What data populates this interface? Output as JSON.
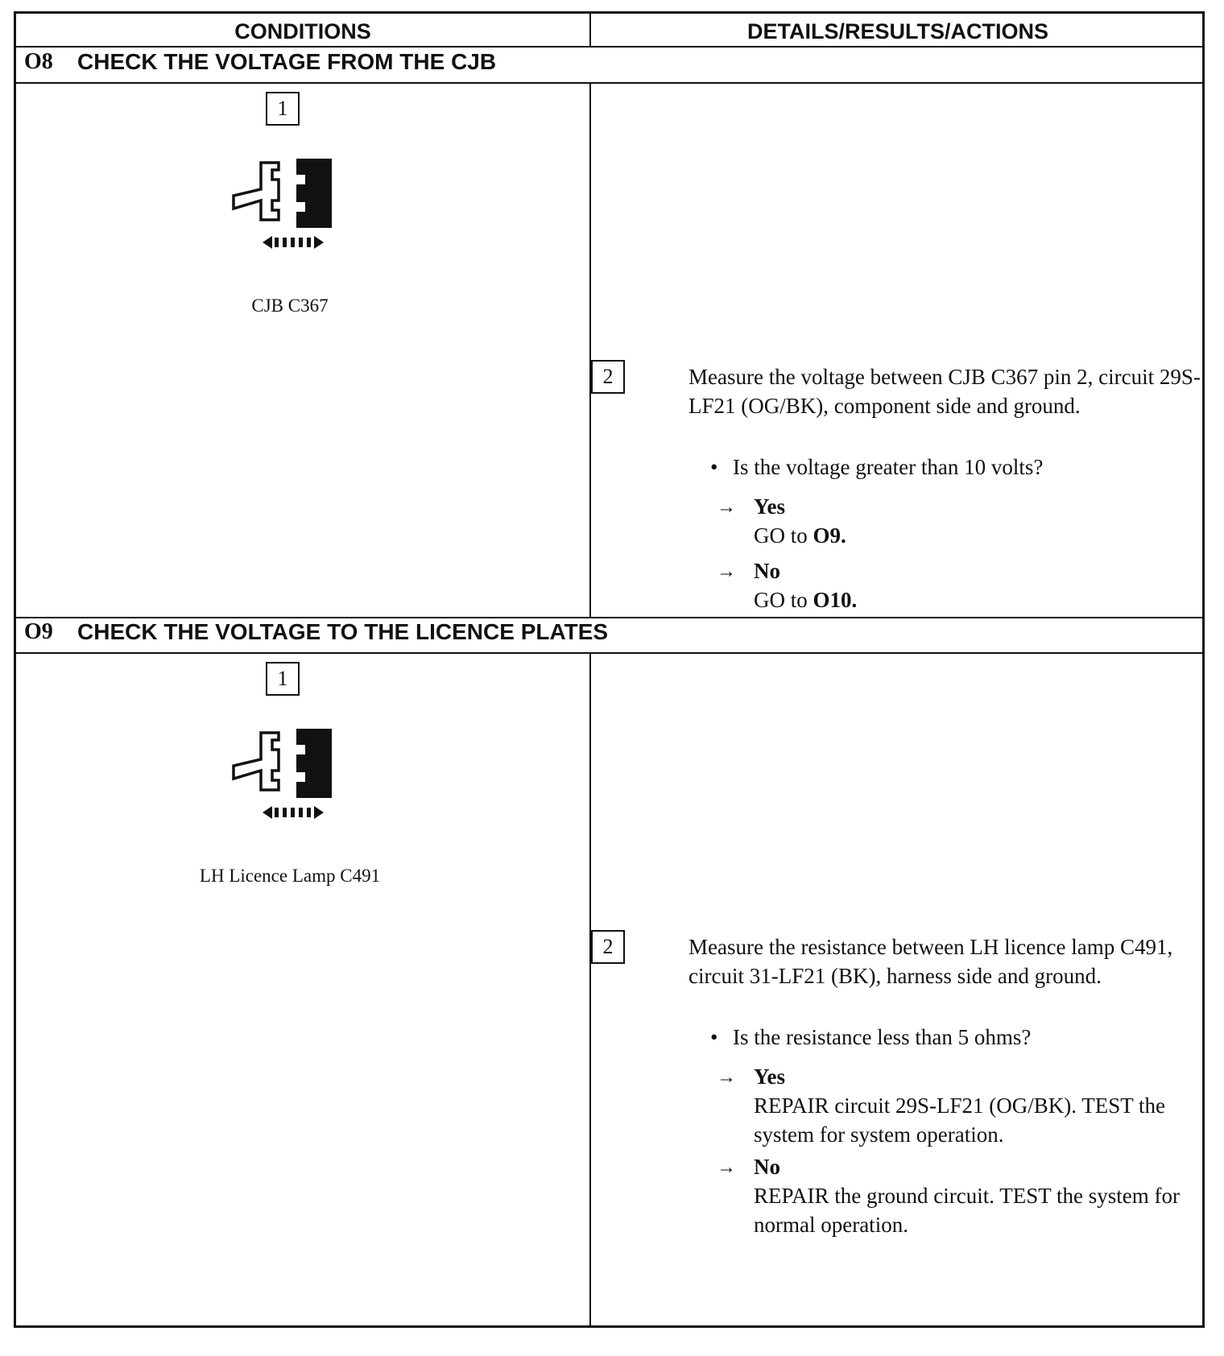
{
  "table": {
    "col_conditions": "CONDITIONS",
    "col_details": "DETAILS/RESULTS/ACTIONS"
  },
  "sections": [
    {
      "id": "O8",
      "title": "CHECK THE VOLTAGE FROM THE CJB",
      "step1_num": "1",
      "connector_icon": "connector-disconnect-icon",
      "connector_label": "CJB C367",
      "step2_num": "2",
      "step2_text": "Measure the voltage between CJB C367 pin 2, circuit 29S-LF21 (OG/BK), component side and ground.",
      "question": "Is the voltage greater than 10 volts?",
      "arrow": "→",
      "yes_label": "Yes",
      "yes_action": "GO to",
      "yes_target": "O9.",
      "no_label": "No",
      "no_action": "GO to",
      "no_target": "O10."
    },
    {
      "id": "O9",
      "title": "CHECK THE VOLTAGE TO THE LICENCE PLATES",
      "step1_num": "1",
      "connector_icon": "connector-disconnect-icon",
      "connector_label": "LH Licence Lamp C491",
      "step2_num": "2",
      "step2_text": "Measure the resistance between LH licence lamp C491, circuit 31-LF21 (BK), harness side and ground.",
      "question": "Is the resistance less than 5 ohms?",
      "arrow": "→",
      "yes_label": "Yes",
      "yes_action": "REPAIR circuit 29S-LF21 (OG/BK). TEST the system for system operation.",
      "no_label": "No",
      "no_action": "REPAIR the ground circuit. TEST the system for normal operation."
    }
  ]
}
